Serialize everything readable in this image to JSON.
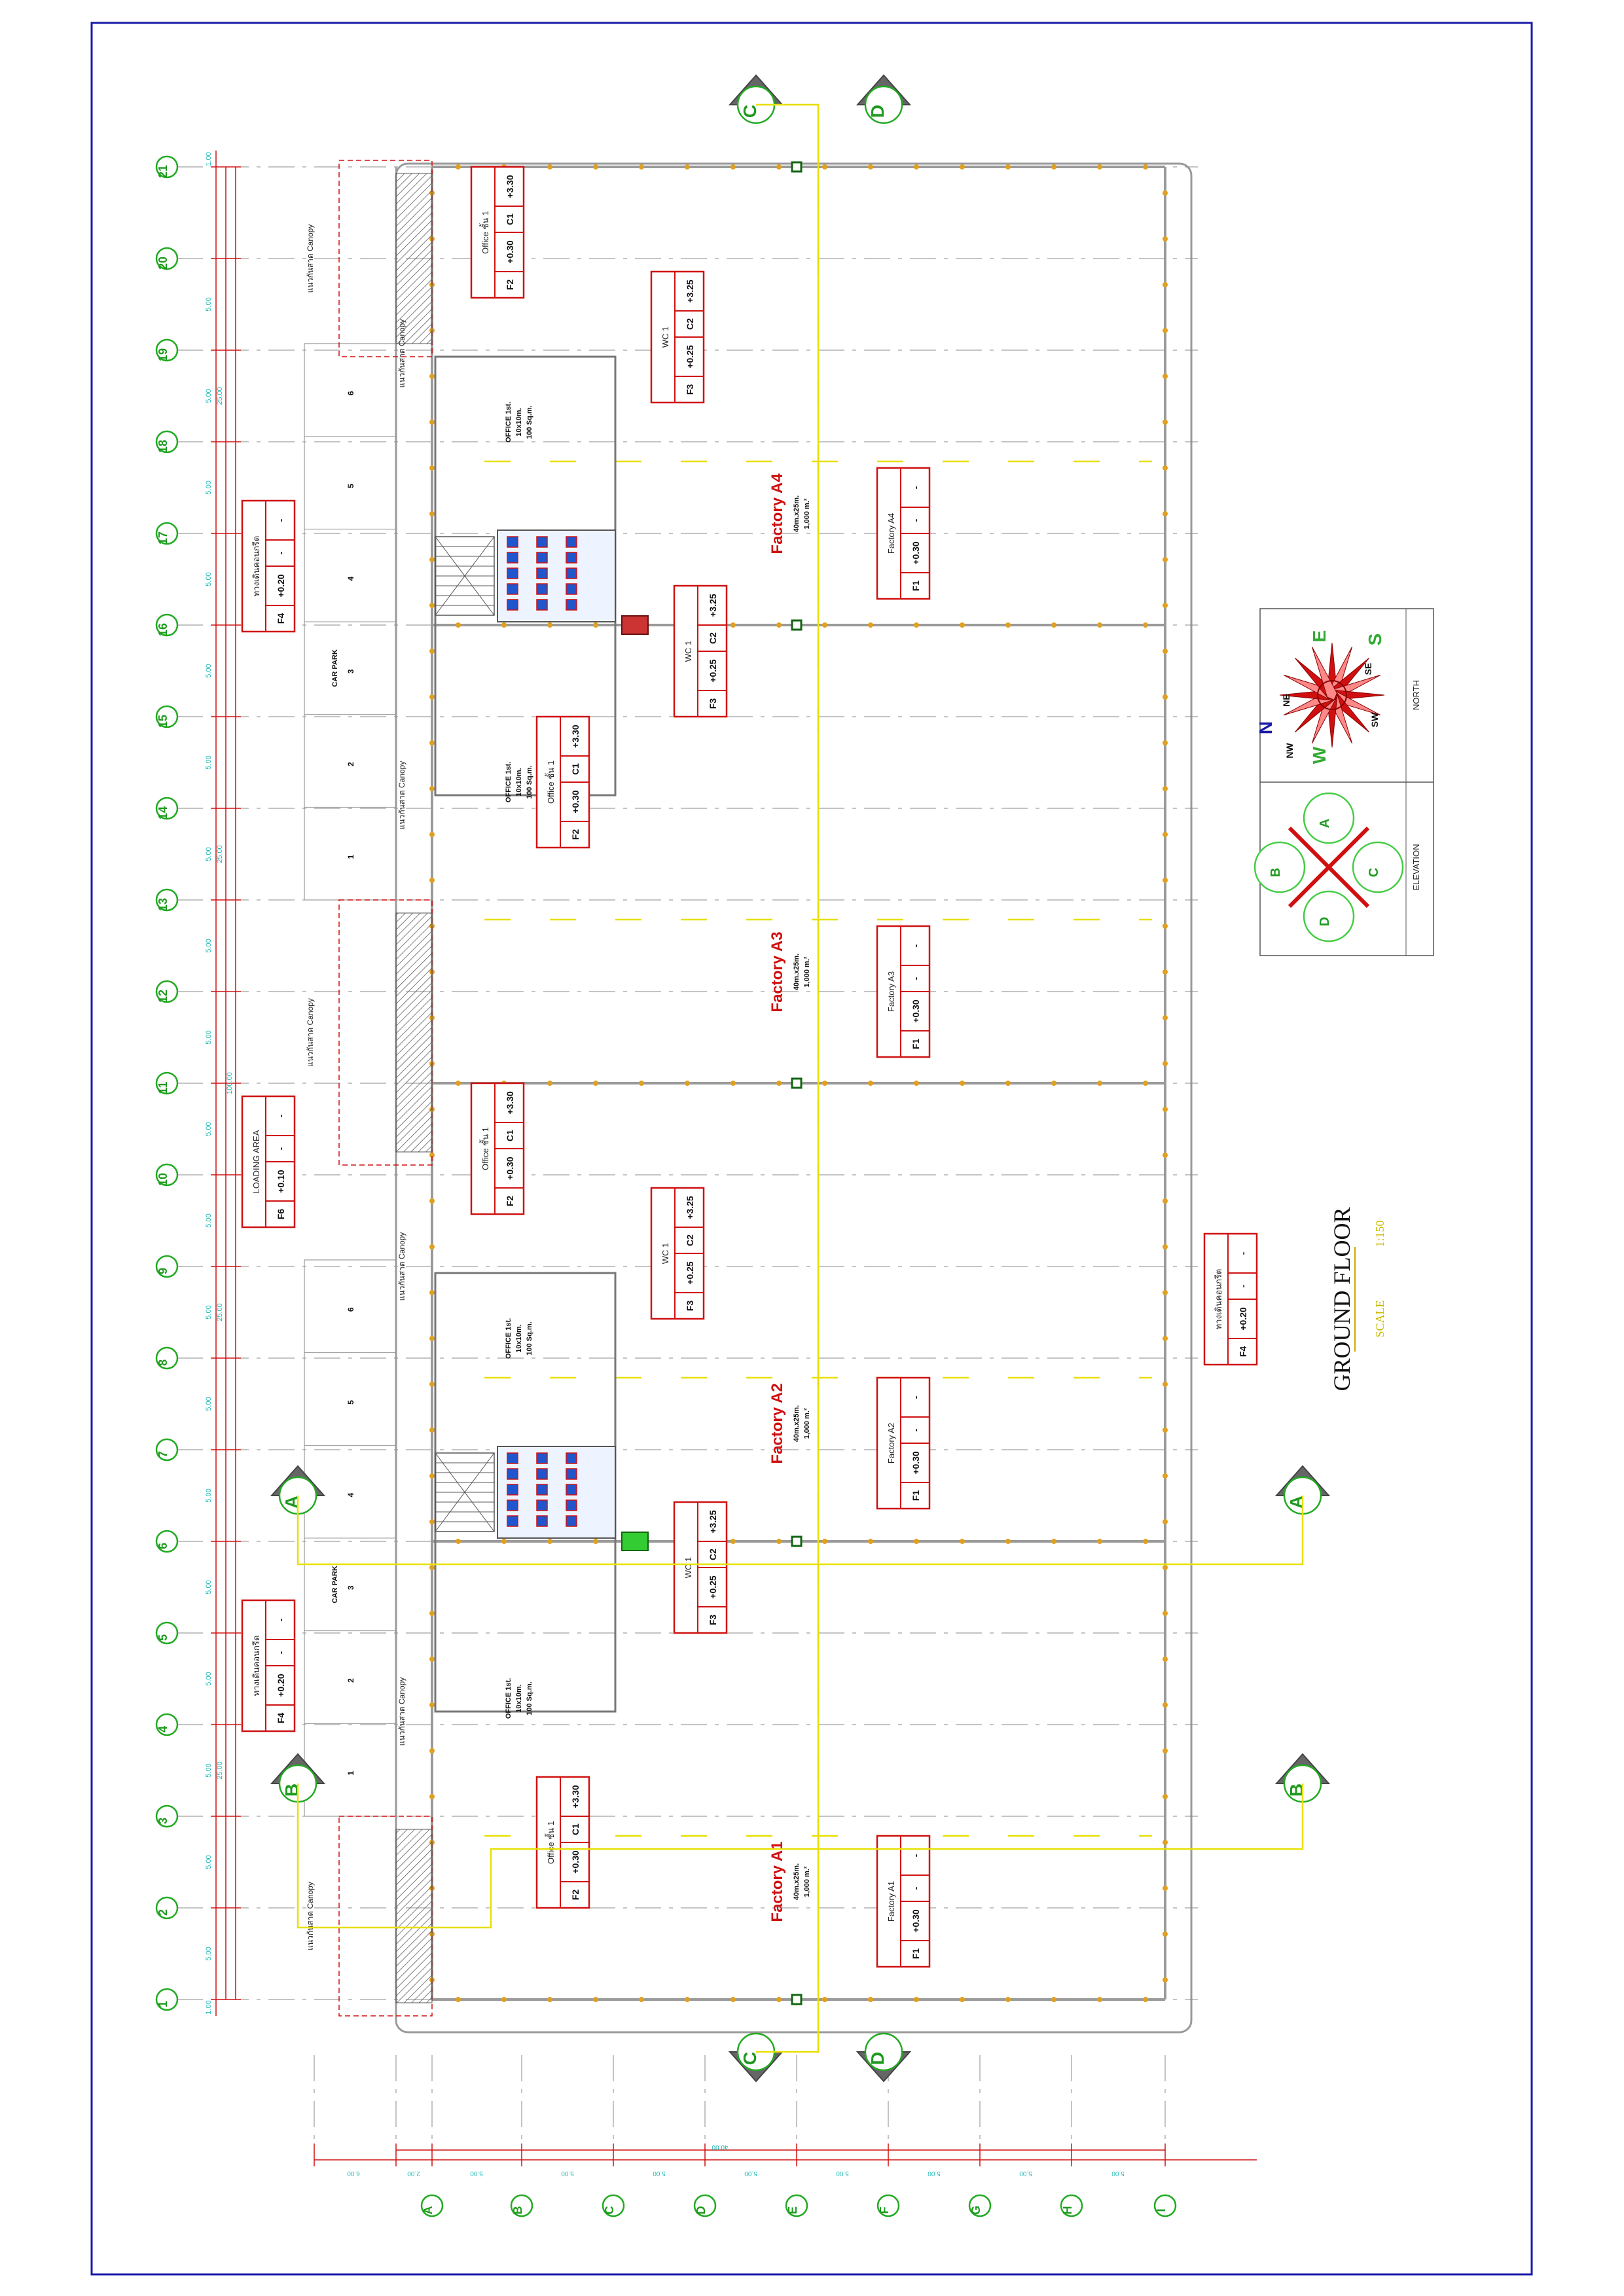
{
  "title": {
    "main": "GROUND FLOOR",
    "scale": "SCALE",
    "scale_value": "1:150"
  },
  "grid": {
    "numbers": [
      "1",
      "2",
      "3",
      "4",
      "5",
      "6",
      "7",
      "8",
      "9",
      "10",
      "11",
      "12",
      "13",
      "14",
      "15",
      "16",
      "17",
      "18",
      "19",
      "20",
      "21"
    ],
    "letters": [
      "A",
      "B",
      "C",
      "D",
      "E",
      "F",
      "G",
      "H",
      "I"
    ],
    "dims_numbers": [
      "1.00",
      "5.00",
      "5.00",
      "5.00",
      "5.00",
      "5.00",
      "5.00",
      "5.00",
      "5.00",
      "5.00",
      "5.00",
      "5.00",
      "5.00",
      "5.00",
      "5.00",
      "5.00",
      "5.00",
      "5.00",
      "5.00",
      "5.00",
      "1.00"
    ],
    "dims_groups": [
      "25.00",
      "25.00",
      "25.00",
      "25.00"
    ],
    "dim_total": "100.00",
    "dims_letters": [
      "6.00",
      "2.00",
      "5.00",
      "5.00",
      "5.00",
      "5.00",
      "5.00",
      "5.00",
      "5.00",
      "5.00"
    ],
    "dim_letters_total": "40.00"
  },
  "sections": {
    "A": "A",
    "B": "B",
    "C": "C",
    "D": "D"
  },
  "factories": [
    {
      "name": "Factory  A1",
      "size": "40m.x25m.",
      "area": "1,000 m.²",
      "room": "Factory  A1",
      "code": "F1",
      "level": "+0.30",
      "c": "-",
      "h": "-"
    },
    {
      "name": "Factory  A2",
      "size": "40m.x25m.",
      "area": "1,000 m.²",
      "room": "Factory  A2",
      "code": "F1",
      "level": "+0.30",
      "c": "-",
      "h": "-"
    },
    {
      "name": "Factory  A3",
      "size": "40m.x25m.",
      "area": "1,000 m.²",
      "room": "Factory  A3",
      "code": "F1",
      "level": "+0.30",
      "c": "-",
      "h": "-"
    },
    {
      "name": "Factory  A4",
      "size": "40m.x25m.",
      "area": "1,000 m.²",
      "room": "Factory  A4",
      "code": "F1",
      "level": "+0.30",
      "c": "-",
      "h": "-"
    }
  ],
  "offices": {
    "name": "OFFICE 1st.",
    "size": "10x10m.",
    "area": "100 Sq.m.",
    "tag_room": "Office ชั้น 1",
    "tag_code": "F2",
    "tag_level": "+0.30",
    "tag_c": "C1",
    "tag_h": "+3.30"
  },
  "wc": {
    "room": "WC 1",
    "code": "F3",
    "level": "+0.25",
    "c": "C2",
    "h": "+3.25"
  },
  "walkway": {
    "room": "ทางเดินคอนกรีต",
    "code": "F4",
    "level": "+0.20",
    "c": "-",
    "h": "-"
  },
  "loading": {
    "room": "LOADING AREA",
    "code": "F6",
    "level": "+0.10",
    "c": "-",
    "h": "-"
  },
  "car_park": {
    "label": "CAR PARK",
    "stalls": [
      "1",
      "2",
      "3",
      "4",
      "5",
      "6"
    ]
  },
  "canopy": {
    "label": "แนวกันสาด  Canopy"
  },
  "compass": {
    "labels": [
      "N",
      "NE",
      "E",
      "SE",
      "S",
      "SW",
      "W",
      "NW"
    ],
    "footer": "NORTH"
  },
  "elevation_key": {
    "letters": [
      "A",
      "B",
      "C",
      "D"
    ],
    "footer": "ELEVATION"
  },
  "colors": {
    "frame": "#1a1aa8",
    "grid": "#22aa22",
    "dims": "#1fb8b8",
    "tags": "#d01010",
    "wall": "#9a9a9a",
    "section": "#ffff00"
  }
}
